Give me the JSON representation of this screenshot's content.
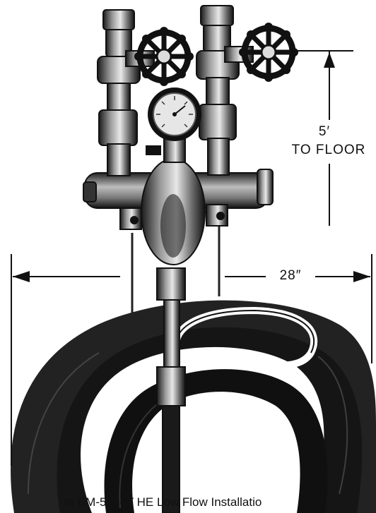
{
  "dimensions": {
    "height_value": "5′",
    "height_label": "TO FLOOR",
    "width_label": "28″"
  },
  "caption": "re EM-5144T HE Low Flow Installatio",
  "colors": {
    "ink": "#111111",
    "paper": "#ffffff",
    "metal_light": "#d9d9d9",
    "metal_mid": "#8a8a8a"
  }
}
